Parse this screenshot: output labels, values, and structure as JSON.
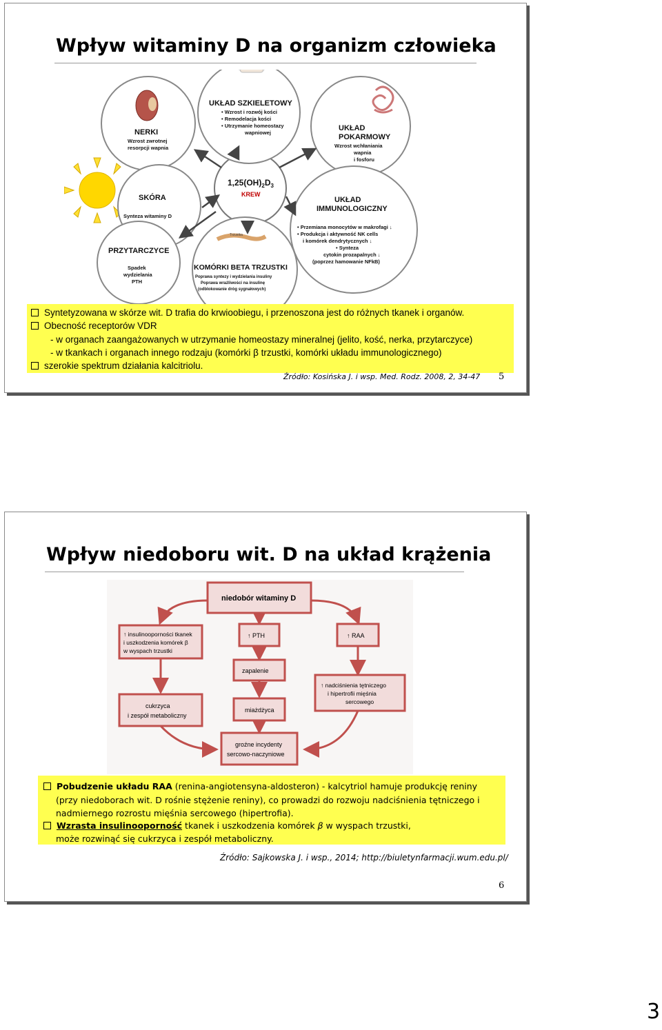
{
  "slide1": {
    "title": "Wpływ witaminy D na organizm człowieka",
    "diagram": {
      "center_line1": "1,25(OH)",
      "center_sub": "2",
      "center_d": "D",
      "center_sub2": "3",
      "center_line2": "KREW",
      "skeletal": {
        "title": "UKŁAD SZKIELETOWY",
        "items": [
          "• Wzrost i rozwój kości",
          "• Remodelacja kości",
          "• Utrzymanie homeostazy",
          "wapniowej"
        ]
      },
      "kidney": {
        "title": "NERKI",
        "items": [
          "Wzrost zwrotnej",
          "resorpcji wapnia"
        ]
      },
      "digestive": {
        "title1": "UKŁAD",
        "title2": "POKARMOWY",
        "items": [
          "Wzrost wchłaniania",
          "wapnia",
          "i fosforu"
        ]
      },
      "skin": {
        "title": "SKÓRA",
        "items": [
          "Synteza witaminy D"
        ]
      },
      "immune": {
        "title1": "UKŁAD",
        "title2": "IMMUNOLOGICZNY",
        "items": [
          "• Przemiana monocytów w makrofagi ↓",
          "• Produkcja i aktywność NK cells",
          "i komórek dendrytycznych ↓",
          "• Synteza",
          "cytokin prozapalnych ↓",
          "(poprzez hamowanie NFkB)"
        ]
      },
      "parathyroid": {
        "title": "PRZYTARCZYCE",
        "items": [
          "Spadek",
          "wydzielania",
          "PTH"
        ]
      },
      "beta": {
        "title": "KOMÓRKI BETA TRZUSTKI",
        "items": [
          "Poprawa syntezy i wydzielania insuliny",
          "Poprawa wrażliwości na insulinę",
          "(odblokowanie dróg sygnałowych)"
        ]
      },
      "pancreas_tag": "Trzustka"
    },
    "bullets": [
      "Syntetyzowana w skórze wit. D trafia do krwioobiegu, i przenoszona jest do różnych tkanek i organów.",
      "Obecność receptorów VDR",
      "- w organach zaangażowanych w utrzymanie homeostazy mineralnej (jelito, kość, nerka, przytarczyce)",
      "- w tkankach i organach innego rodzaju (komórki β trzustki, komórki układu immunologicznego)",
      "szerokie spektrum działania kalcitriolu."
    ],
    "source": "Źródło: Kosińska J. i wsp. Med. Rodz. 2008, 2, 34-47",
    "page": "5"
  },
  "slide2": {
    "title": "Wpływ niedoboru wit. D na układ krążenia",
    "flow": {
      "top": "niedobór witaminy D",
      "insulin": [
        "↑ insulinooporności tkanek",
        "i uszkodzenia komórek β",
        "w wyspach trzustki"
      ],
      "pth": "↑ PTH",
      "raa": "↑ RAA",
      "zapalenie": "zapalenie",
      "nadcisnienie": [
        "↑ nadciśnienia tętniczego",
        "i hipertrofii mięśnia",
        "sercowego"
      ],
      "cukrzyca": [
        "cukrzyca",
        "i zespół metaboliczny"
      ],
      "miazdzyca": "miażdżyca",
      "incydenty": [
        "groźne incydenty",
        "sercowo-naczyniowe"
      ]
    },
    "b1_bold": "Pobudzenie układu RAA",
    "b1_rest": " (renina-angiotensyna-aldosteron) - kalcytriol hamuje produkcję reniny",
    "b1_line2": "(przy niedoborach wit. D rośnie stężenie reniny), co prowadzi do rozwoju nadciśnienia tętniczego i",
    "b1_line3": "nadmiernego rozrostu mięśnia sercowego (hipertrofia).",
    "b2_bold": "Wzrasta insulinooporność",
    "b2_rest": " tkanek i uszkodzenia komórek ",
    "b2_beta": "β",
    "b2_rest2": " w wyspach trzustki,",
    "b2_line2": "może rozwinąć się cukrzyca i zespół metaboliczny.",
    "source": "Źródło: Sajkowska J. i wsp., 2014; http://biuletynfarmacji.wum.edu.pl/",
    "page": "6"
  },
  "sheet_page": "3",
  "colors": {
    "highlight": "#ffff50",
    "box_red": "#c0504d",
    "box_light": "#f2dcdb",
    "sun": "#ffd700"
  }
}
